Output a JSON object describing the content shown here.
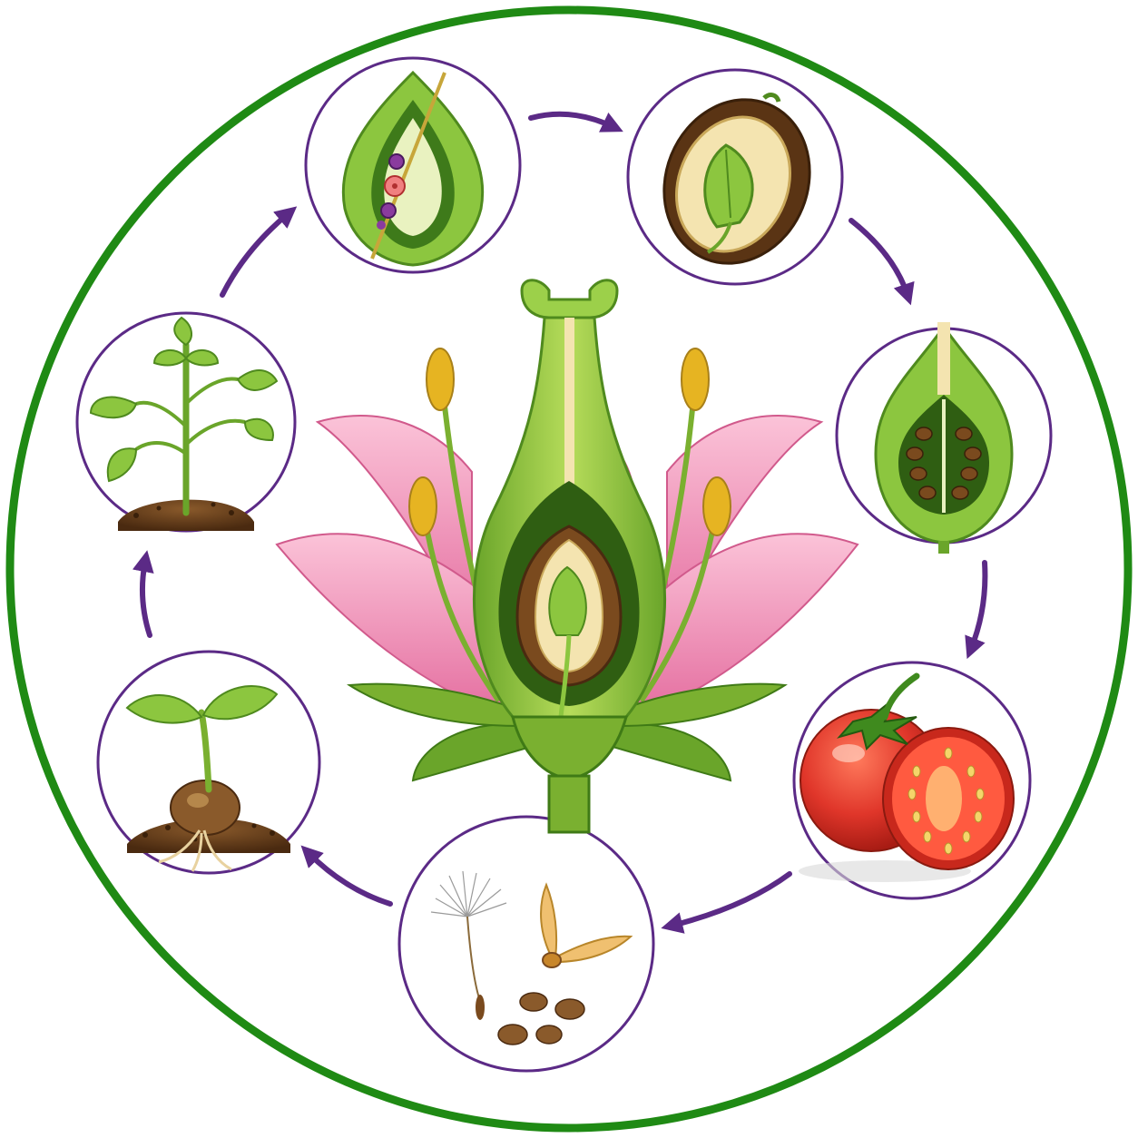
{
  "diagram": {
    "kind": "flowering-plant-life-cycle",
    "stages": [
      {
        "name": "fertilization",
        "icon": "ovule-fertilization-icon"
      },
      {
        "name": "seed-formation",
        "icon": "seed-embryo-icon"
      },
      {
        "name": "ovary-with-seeds",
        "icon": "ovary-cross-section-icon"
      },
      {
        "name": "fruit",
        "icon": "tomato-icon"
      },
      {
        "name": "seed-dispersal",
        "icon": "dispersal-seeds-icon"
      },
      {
        "name": "germination",
        "icon": "germinating-seed-icon"
      },
      {
        "name": "young-plant",
        "icon": "young-plant-icon"
      }
    ],
    "center": {
      "name": "flower-cross-section",
      "icon": "flower-cross-section-icon"
    },
    "colors": {
      "ring": "#1f8a14",
      "stage_border": "#5b2a86",
      "arrow": "#5b2a86",
      "petal": "#f08cb4",
      "plant_green": "#8cc63f",
      "anther": "#e6b422",
      "seed_brown": "#7a4a1e",
      "tomato": "#e0362a"
    }
  }
}
